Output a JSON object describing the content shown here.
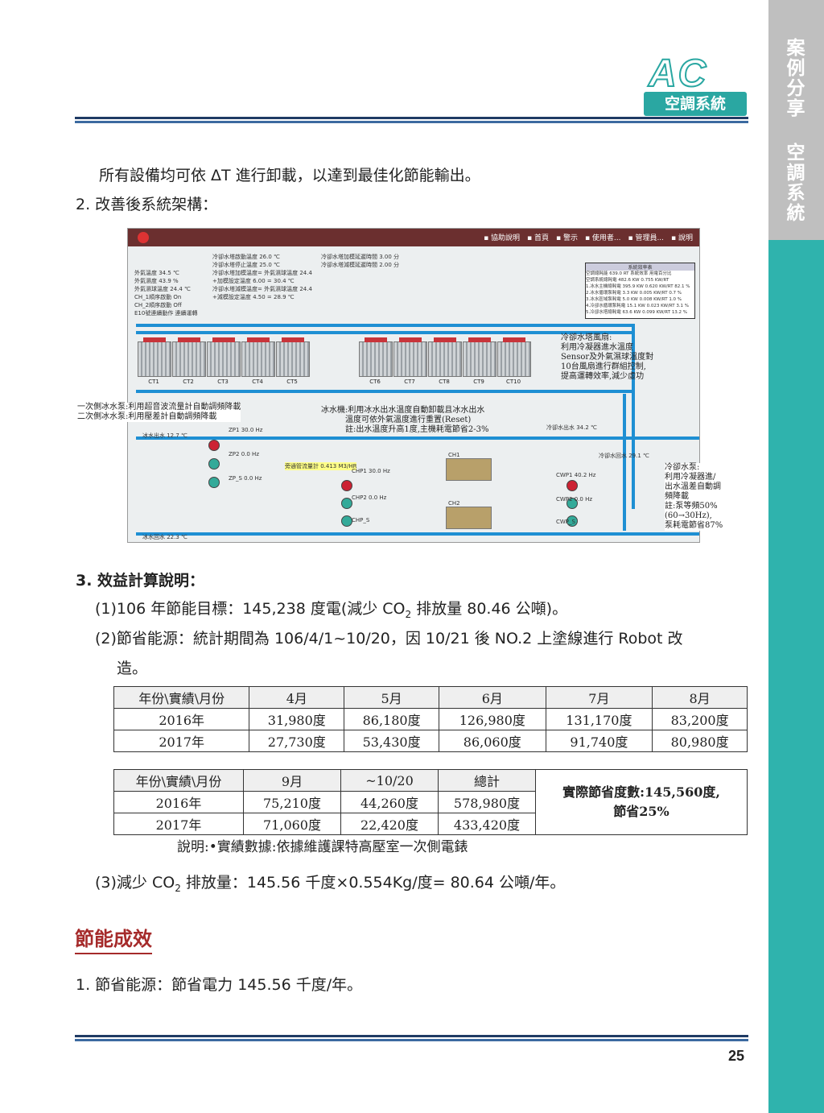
{
  "sidetab": {
    "section": "案例分享",
    "category": "空調系統"
  },
  "logo": {
    "letters": "AC",
    "label": "空調系統"
  },
  "body": {
    "line1": "所有設備均可依 ΔT 進行卸載，以達到最佳化節能輸出。",
    "line2": "2. 改善後系統架構：",
    "heading3": "3. 效益計算說明：",
    "item1_pre": "(1)106 年節能目標：145,238 度電(減少 CO",
    "item1_post": "排放量 80.46 公噸)。",
    "item2_line1": "(2)節省能源：統計期間為 106/4/1~10/20，因 10/21 後 NO.2 上塗線進行 Robot 改",
    "item2_line2": "造。",
    "item3_pre": "(3)減少 CO",
    "item3_post": "排放量：145.56 千度×0.554Kg/度= 80.64 公噸/年。",
    "sub2": "2",
    "section_title": "節能成效",
    "result1": "1. 節省能源：節省電力 145.56 千度/年。"
  },
  "scada": {
    "nav": "▪ 協助說明　▪ 首頁　▪ 警示　▪ 使用者...　▪ 管理員...　▪ 說明",
    "status_left": [
      "外氣溫度 34.5 ℃",
      "外氣濕度 43.9 %",
      "外氣濕球溫度 24.4 ℃",
      "CH_1順序啟動 On",
      "CH_2順序啟動 Off",
      "E10號連續動作 連續運轉"
    ],
    "status_mid": [
      "冷卻水塔啟動溫度 26.0 ℃",
      "冷卻水塔停止溫度 25.0 ℃",
      "冷卻水塔加模溫度= 外氣濕球溫度 24.4",
      "+加模設定溫度 6.00 = 30.4 ℃",
      "冷卻水塔減模溫度= 外氣濕球溫度 24.4",
      "+減模設定溫度 4.50 = 28.9 ℃"
    ],
    "status_right": [
      "冷卻水塔加模延遲時間 3.00 分",
      "冷卻水塔減模延遲時間 2.00 分"
    ],
    "eff_title": "系統效率表",
    "eff_rows": [
      "空調總耗能 639.0 RT 系統效率 用電百分比",
      "空調系統總耗電 482.6 KW 0.755 KW/RT",
      "1.冰水主機總耗電 395.9 KW 0.620 KW/RT 82.1 %",
      "2.冰水循環泵耗電 3.3 KW 0.005 KW/RT 0.7 %",
      "3.冰水區域泵耗電 5.0 KW 0.008 KW/RT 1.0 %",
      "4.冷卻水循環泵耗電 15.1 KW 0.023 KW/RT 3.1 %",
      "5.冷卻水塔總耗電 63.6 KW 0.099 KW/RT 13.2 %"
    ],
    "towers": [
      "CT1",
      "CT2",
      "CT3",
      "CT4",
      "CT5",
      "CT6",
      "CT7",
      "CT8",
      "CT9",
      "CT10"
    ],
    "note_tower": "冷卻水塔風扇:\n利用冷凝器進水溫度\nSensor及外氣濕球溫度對\n10台風扇進行群組控制,\n提高運轉效率,減少虛功",
    "note_pumps": "一次側冰水泵:利用超音波流量計自動調頻降載\n二次側冰水泵:利用壓差計自動調頻降載",
    "note_chiller": "冰水機:利用冰水出水溫度自動卸載且冰水出水\n　　　溫度可依外氣溫度進行重置(Reset)\n　　　註:出水溫度升高1度,主機耗電節省2-3%",
    "note_cw": "冷卻水泵:\n利用冷凝器進/\n出水溫差自動調\n頻降載\n註:泵等頻50%\n(60→30Hz),\n泵耗電節省87%",
    "labels": [
      "冰水出水 12.7 ℃",
      "冰水回水 22.3 ℃",
      "ZP1 30.0 Hz",
      "ZP2 0.0 Hz",
      "ZP_S 0.0 Hz",
      "CHP1 30.0 Hz",
      "CHP2 0.0 Hz",
      "CHP_S",
      "CH1",
      "CH2",
      "CWP1 40.2 Hz",
      "CWP2 0.0 Hz",
      "CWP_S",
      "冷卻水出水 34.2 ℃",
      "冷卻水回水 29.1 ℃",
      "旁通管流量計 0.413 M3/HR"
    ]
  },
  "table1": {
    "header": [
      "年份\\實績\\月份",
      "4月",
      "5月",
      "6月",
      "7月",
      "8月"
    ],
    "rows": [
      [
        "2016年",
        "31,980度",
        "86,180度",
        "126,980度",
        "131,170度",
        "83,200度"
      ],
      [
        "2017年",
        "27,730度",
        "53,430度",
        "86,060度",
        "91,740度",
        "80,980度"
      ]
    ]
  },
  "table2": {
    "header": [
      "年份\\實績\\月份",
      "9月",
      "~10/20",
      "總計"
    ],
    "rows": [
      [
        "2016年",
        "75,210度",
        "44,260度",
        "578,980度"
      ],
      [
        "2017年",
        "71,060度",
        "22,420度",
        "433,420度"
      ]
    ],
    "summary_line1": "實際節省度數:145,560度,",
    "summary_line2": "節省25%",
    "note": "說明:•實績數據:依據維護課特高壓室一次側電錶"
  },
  "page_number": "25"
}
